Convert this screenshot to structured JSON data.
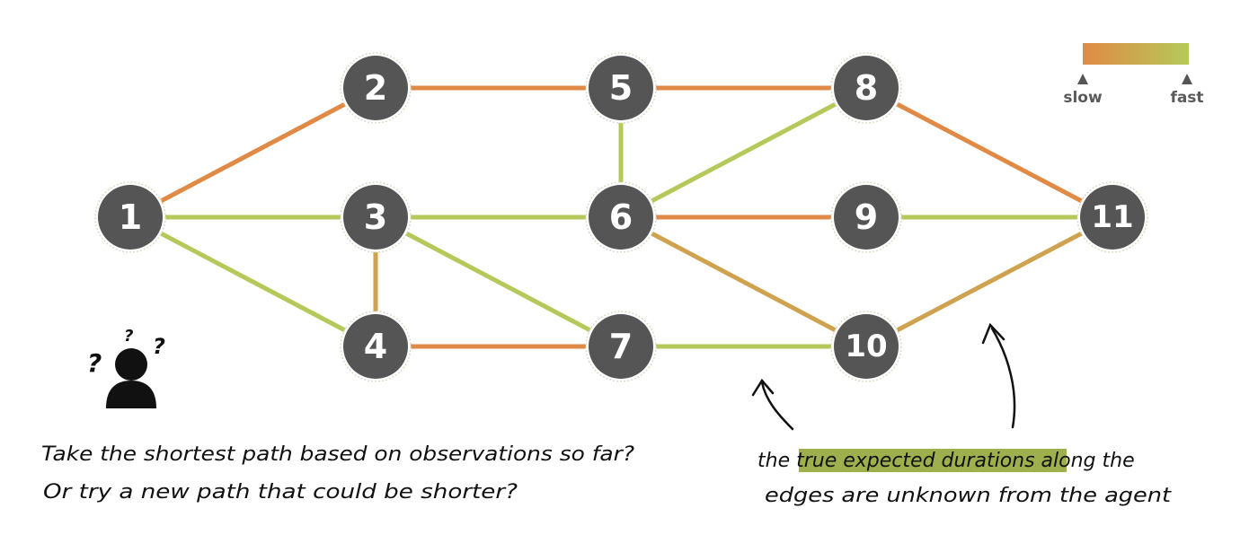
{
  "nodes": [
    {
      "id": "1",
      "label": "1"
    },
    {
      "id": "2",
      "label": "2"
    },
    {
      "id": "3",
      "label": "3"
    },
    {
      "id": "4",
      "label": "4"
    },
    {
      "id": "5",
      "label": "5"
    },
    {
      "id": "6",
      "label": "6"
    },
    {
      "id": "7",
      "label": "7"
    },
    {
      "id": "8",
      "label": "8"
    },
    {
      "id": "9",
      "label": "9"
    },
    {
      "id": "10",
      "label": "10"
    },
    {
      "id": "11",
      "label": "11"
    }
  ],
  "edges": [
    {
      "from": "1",
      "to": "2",
      "speed": "slow"
    },
    {
      "from": "1",
      "to": "3",
      "speed": "fast"
    },
    {
      "from": "1",
      "to": "4",
      "speed": "fast"
    },
    {
      "from": "2",
      "to": "5",
      "speed": "slow"
    },
    {
      "from": "3",
      "to": "4",
      "speed": "medium"
    },
    {
      "from": "3",
      "to": "6",
      "speed": "fast"
    },
    {
      "from": "3",
      "to": "7",
      "speed": "fast"
    },
    {
      "from": "4",
      "to": "7",
      "speed": "slow"
    },
    {
      "from": "5",
      "to": "6",
      "speed": "fast"
    },
    {
      "from": "5",
      "to": "8",
      "speed": "slow"
    },
    {
      "from": "6",
      "to": "8",
      "speed": "fast"
    },
    {
      "from": "6",
      "to": "9",
      "speed": "slow"
    },
    {
      "from": "6",
      "to": "10",
      "speed": "medium"
    },
    {
      "from": "7",
      "to": "10",
      "speed": "fast"
    },
    {
      "from": "8",
      "to": "11",
      "speed": "slow"
    },
    {
      "from": "9",
      "to": "11",
      "speed": "fast"
    },
    {
      "from": "10",
      "to": "11",
      "speed": "medium"
    }
  ],
  "colors": {
    "slow": "#e08a45",
    "medium": "#cfa24f",
    "fast": "#b5c95a",
    "node_fill": "#555555",
    "node_ring": "#d9dcc4",
    "highlight": "#9eaf4e"
  },
  "legend": {
    "slow_label": "slow",
    "fast_label": "fast"
  },
  "agent": {
    "icon": "confused-person-icon",
    "question_marks": [
      "?",
      "?",
      "?"
    ]
  },
  "notes": {
    "question_line1": "Take the shortest path based on observations so far?",
    "question_line2": "Or try a new path that could be shorter?",
    "explain_prefix": "the ",
    "explain_highlight": "true expected durations",
    "explain_suffix": " along the",
    "explain_line2": "edges are unknown from the agent"
  }
}
